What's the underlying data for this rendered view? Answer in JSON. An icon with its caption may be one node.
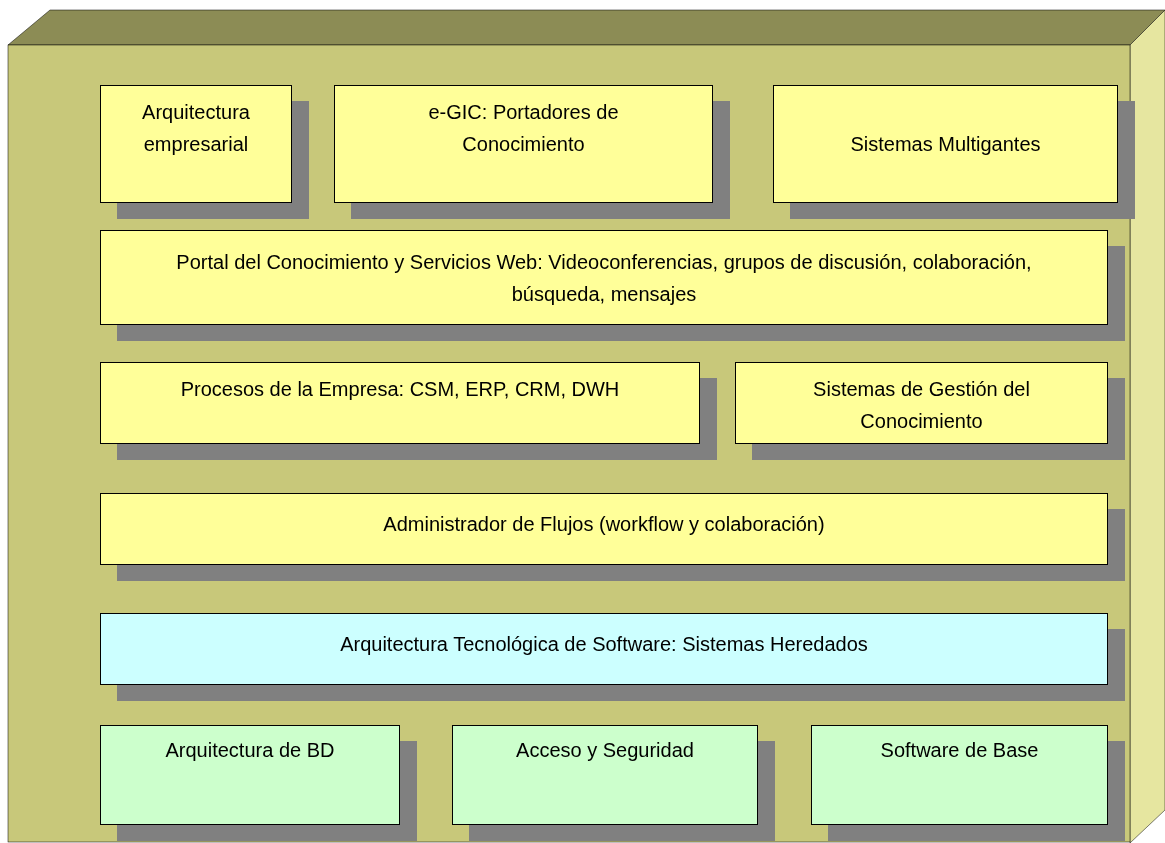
{
  "diagram": {
    "nodes": [
      {
        "text": [
          "Arquitectura empresarial"
        ]
      },
      {
        "text": [
          "e-GIC: Portadores de Conocimiento"
        ]
      },
      {
        "text": [
          "Sistemas Multigantes"
        ]
      },
      {
        "text": [
          "Portal del Conocimiento y Servicios Web: Videoconferencias, grupos de discusión, colaboración, búsqueda, mensajes"
        ]
      },
      {
        "text": [
          "Procesos de la Empresa: CSM, ERP, CRM, DWH"
        ]
      },
      {
        "text": [
          "Sistemas de Gestión del Conocimiento"
        ]
      },
      {
        "text": [
          "Administrador de Flujos (workflow y colaboración)"
        ]
      },
      {
        "text": [
          "Arquitectura Tecnológica de Software: Sistemas Heredados"
        ]
      },
      {
        "text": [
          "Arquitectura de BD"
        ]
      },
      {
        "text": [
          "Acceso y Seguridad"
        ]
      },
      {
        "text": [
          "Software de Base"
        ]
      }
    ],
    "edges": []
  }
}
